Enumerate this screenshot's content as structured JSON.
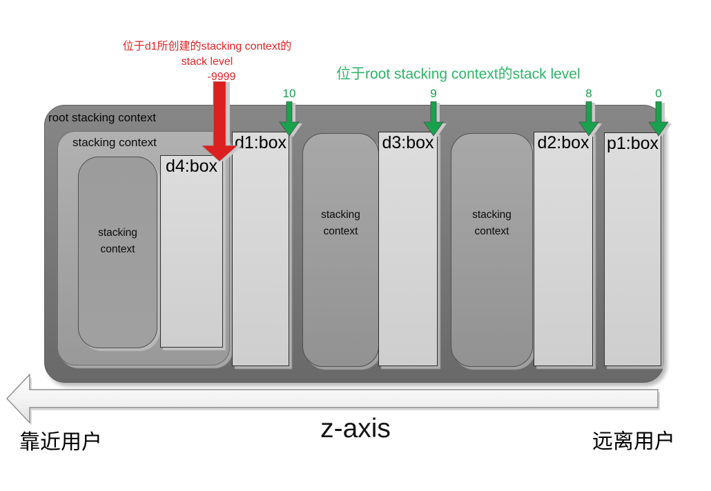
{
  "colors": {
    "red_accent": "#e32222",
    "green_arrow": "#19a24e",
    "green_text": "#2eb467",
    "root_context_fill": "#787878",
    "nested_context_fill": "#a5a5a5",
    "rounded_context_fill": "#9c9c9c",
    "box_fill": "#d6d6d6"
  },
  "red_note": {
    "line1": "位于d1所创建的stacking context的",
    "line2": "stack level",
    "line3": "-9999"
  },
  "green_note": {
    "title": "位于root stacking context的stack level",
    "markers": [
      {
        "value": "10"
      },
      {
        "value": "9"
      },
      {
        "value": "8"
      },
      {
        "value": "0"
      }
    ]
  },
  "root_context": {
    "label": "root stacking context"
  },
  "nested_context": {
    "label": "stacking context"
  },
  "sc_box_text": {
    "line1": "stacking",
    "line2": "context"
  },
  "boxes": {
    "d4": "d4:box",
    "d1": "d1:box",
    "d3": "d3:box",
    "d2": "d2:box",
    "p1": "p1:box"
  },
  "z_axis": {
    "label": "z-axis",
    "near_label": "靠近用户",
    "far_label": "远离用户"
  }
}
